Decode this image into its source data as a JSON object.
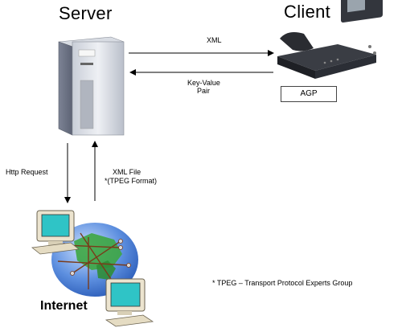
{
  "titles": {
    "server": "Server",
    "client": "Client"
  },
  "arrows": {
    "xml": "XML",
    "key_value_line1": "Key-Value",
    "key_value_line2": "Pair",
    "http_request": "Http Request",
    "xml_file_line1": "XML File",
    "xml_file_line2": "*(TPEG Format)"
  },
  "client_box": "AGP",
  "internet_label": "Internet",
  "footnote": "* TPEG – Transport Protocol Experts Group",
  "icons": {
    "server": "server-tower-icon",
    "phone": "desk-phone-icon",
    "internet": "globe-with-computers-icon"
  }
}
